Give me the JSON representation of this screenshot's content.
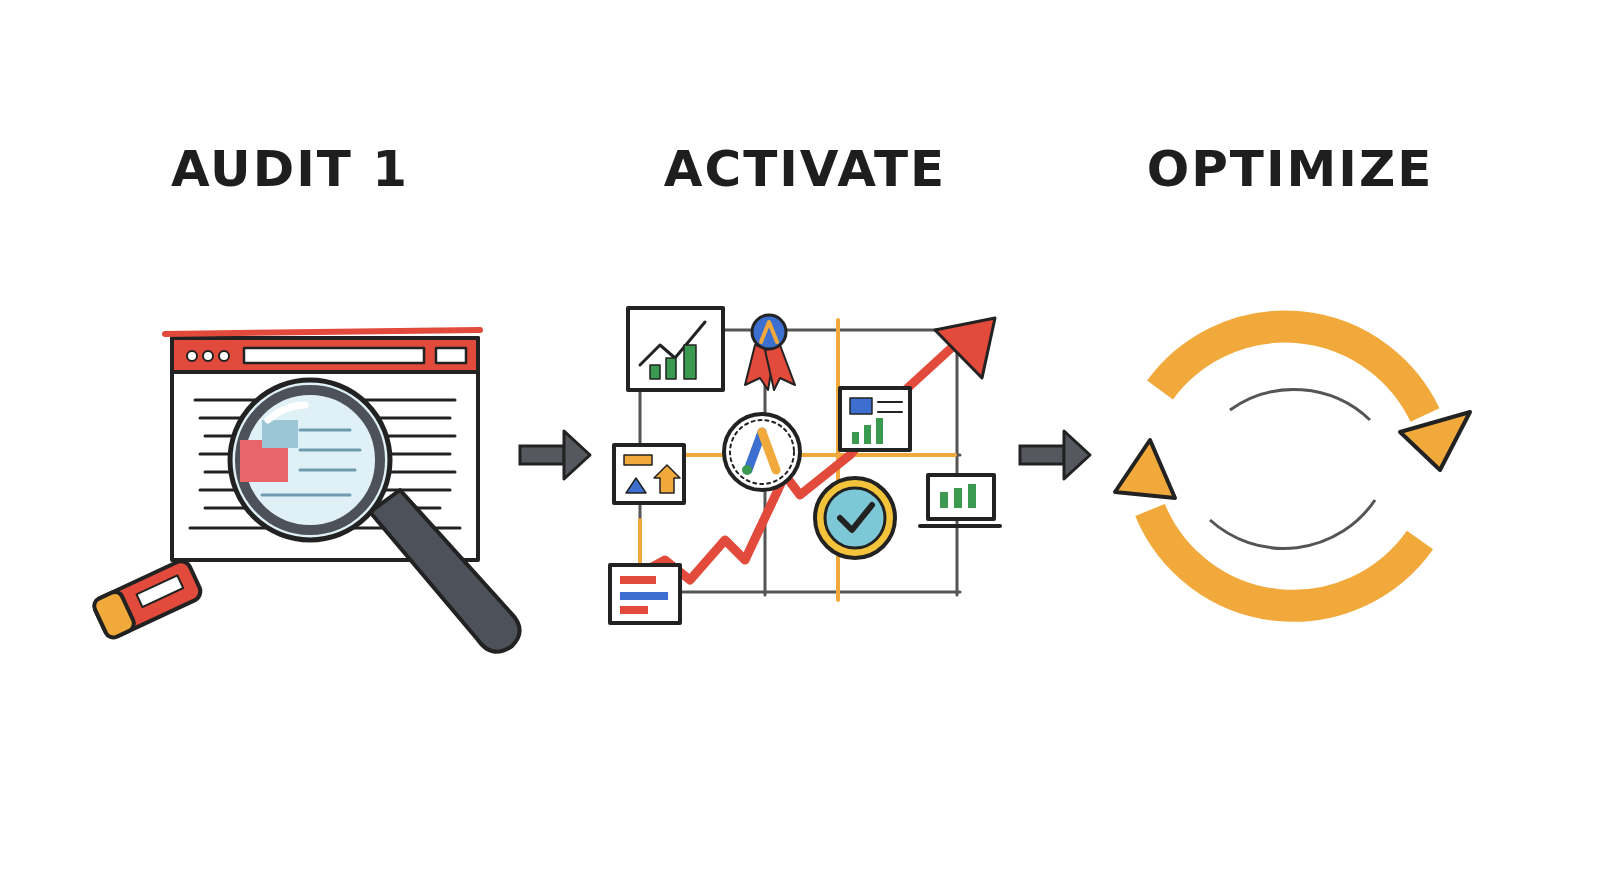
{
  "diagram": {
    "nodes": [
      {
        "text": [
          "AUDIT 1"
        ]
      },
      {
        "text": [
          "ACTIVATE"
        ]
      },
      {
        "text": [
          "OPTIMIZE"
        ]
      }
    ],
    "edges": [
      {
        "from": 0,
        "to": 1,
        "arrow": "to"
      },
      {
        "from": 1,
        "to": 2,
        "arrow": "to"
      }
    ]
  }
}
